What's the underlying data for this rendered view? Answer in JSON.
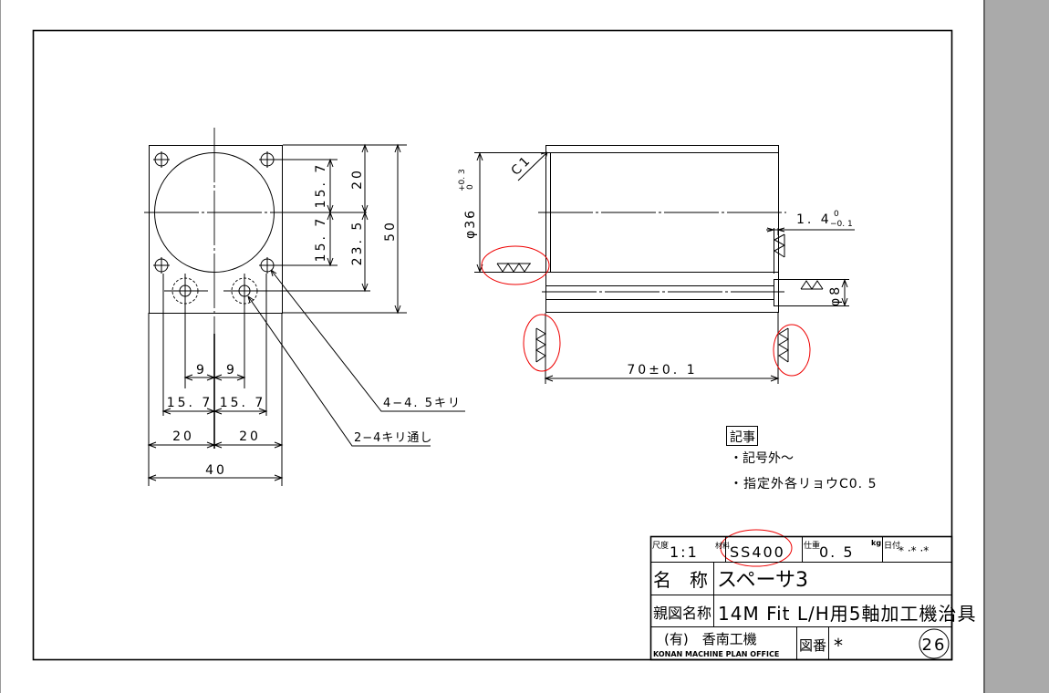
{
  "front_view": {
    "dims_right": {
      "upper_hole": "15. 7",
      "lower_hole": "15. 7",
      "top_to_center": "20",
      "center_to_bore": "23. 5",
      "height": "50"
    },
    "dims_bottom": {
      "bore_left": "9",
      "bore_right": "9",
      "hole_left": "15. 7",
      "hole_right": "15. 7",
      "half_left": "20",
      "half_right": "20",
      "width": "40"
    },
    "leaders": {
      "corner_holes": "4−4. 5キリ",
      "through_holes": "2−4キリ通し"
    }
  },
  "side_view": {
    "diameter": "φ36",
    "diameter_tol_upper": "+0. 3",
    "diameter_tol_lower": "0",
    "chamfer": "C1",
    "step": "1. 4",
    "step_tol_upper": "0",
    "step_tol_lower": "−0. 1",
    "bore": "φ8",
    "length": "70±0. 1"
  },
  "notes": {
    "title": "記事",
    "items": [
      "・記号外～",
      "・指定外各リョウC0. 5"
    ]
  },
  "title_block": {
    "scale_label": "尺度",
    "scale": "1:1",
    "material_label": "材料",
    "material": "SS400",
    "weight_label": "仕重",
    "weight": "0. 5",
    "weight_unit": "kg",
    "date_label": "日付",
    "date": "* ·* ·*",
    "name_label": "名　称",
    "name": "スペーサ3",
    "parent_label": "親図名称",
    "parent": "14M Fit L/H用5軸加工機治具",
    "company_jp": "(有)　香南工機",
    "company_en": "KONAN MACHINE PLAN OFFICE",
    "drawing_no_label": "図番",
    "drawing_no": "*",
    "sheet_no": "26"
  },
  "colors": {
    "markup": "#e00000",
    "panel": "#aaaaaa"
  }
}
